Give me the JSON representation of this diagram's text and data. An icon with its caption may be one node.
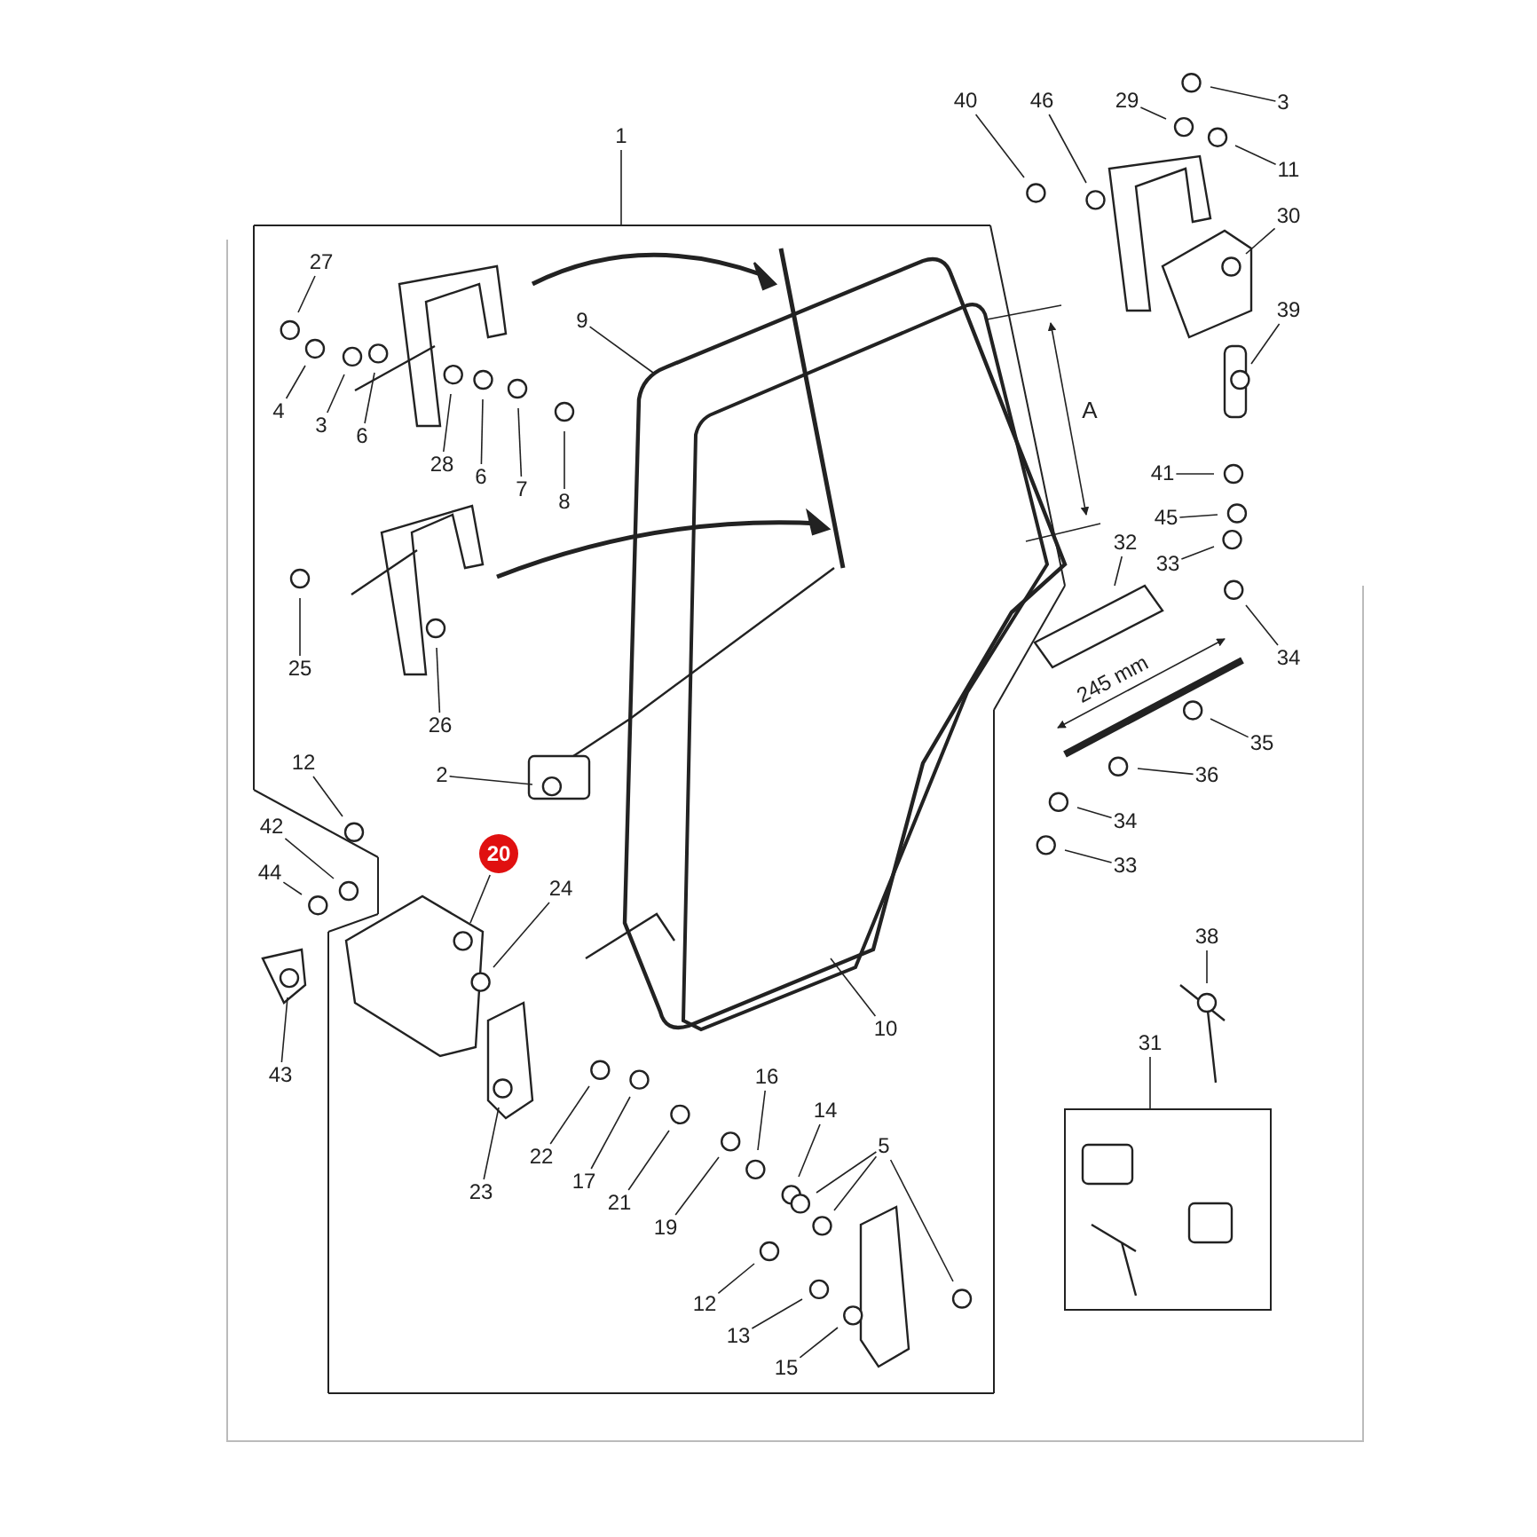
{
  "diagram": {
    "nodes": [
      {
        "text": [
          "1"
        ]
      },
      {
        "text": [
          "40"
        ]
      },
      {
        "text": [
          "46"
        ]
      },
      {
        "text": [
          "29"
        ]
      },
      {
        "text": [
          "3"
        ]
      },
      {
        "text": [
          "11"
        ]
      },
      {
        "text": [
          "30"
        ]
      },
      {
        "text": [
          "27"
        ]
      },
      {
        "text": [
          "9"
        ]
      },
      {
        "text": [
          "39"
        ]
      },
      {
        "text": [
          "4"
        ]
      },
      {
        "text": [
          "3"
        ]
      },
      {
        "text": [
          "6"
        ]
      },
      {
        "text": [
          "28"
        ]
      },
      {
        "text": [
          "6"
        ]
      },
      {
        "text": [
          "7"
        ]
      },
      {
        "text": [
          "8"
        ]
      },
      {
        "text": [
          "41"
        ]
      },
      {
        "text": [
          "45"
        ]
      },
      {
        "text": [
          "32"
        ]
      },
      {
        "text": [
          "33"
        ]
      },
      {
        "text": [
          "34"
        ]
      },
      {
        "text": [
          "25"
        ]
      },
      {
        "text": [
          "26"
        ]
      },
      {
        "text": [
          "35"
        ]
      },
      {
        "text": [
          "12"
        ]
      },
      {
        "text": [
          "2"
        ]
      },
      {
        "text": [
          "36"
        ]
      },
      {
        "text": [
          "42"
        ]
      },
      {
        "text": [
          "34"
        ]
      },
      {
        "text": [
          "20"
        ]
      },
      {
        "text": [
          "44"
        ]
      },
      {
        "text": [
          "33"
        ]
      },
      {
        "text": [
          "24"
        ]
      },
      {
        "text": [
          "38"
        ]
      },
      {
        "text": [
          "10"
        ]
      },
      {
        "text": [
          "31"
        ]
      },
      {
        "text": [
          "43"
        ]
      },
      {
        "text": [
          "16"
        ]
      },
      {
        "text": [
          "14"
        ]
      },
      {
        "text": [
          "5"
        ]
      },
      {
        "text": [
          "22"
        ]
      },
      {
        "text": [
          "23"
        ]
      },
      {
        "text": [
          "17"
        ]
      },
      {
        "text": [
          "21"
        ]
      },
      {
        "text": [
          "19"
        ]
      },
      {
        "text": [
          "12"
        ]
      },
      {
        "text": [
          "13"
        ]
      },
      {
        "text": [
          "15"
        ]
      }
    ],
    "edges": [
      {
        "from": 0,
        "to": null,
        "arrow": "none"
      },
      {
        "from": 1,
        "to": null,
        "arrow": "none"
      },
      {
        "from": 2,
        "to": null,
        "arrow": "none"
      },
      {
        "from": 3,
        "to": null,
        "arrow": "none"
      },
      {
        "from": 4,
        "to": null,
        "arrow": "none"
      },
      {
        "from": 5,
        "to": null,
        "arrow": "none"
      },
      {
        "from": 6,
        "to": null,
        "arrow": "none"
      },
      {
        "from": 7,
        "to": null,
        "arrow": "none"
      },
      {
        "from": 8,
        "to": null,
        "arrow": "none"
      },
      {
        "from": 9,
        "to": null,
        "arrow": "none"
      },
      {
        "from": 10,
        "to": null,
        "arrow": "none"
      },
      {
        "from": 11,
        "to": null,
        "arrow": "none"
      },
      {
        "from": 12,
        "to": null,
        "arrow": "none"
      },
      {
        "from": 13,
        "to": null,
        "arrow": "none"
      },
      {
        "from": 14,
        "to": null,
        "arrow": "none"
      },
      {
        "from": 15,
        "to": null,
        "arrow": "none"
      },
      {
        "from": 16,
        "to": null,
        "arrow": "none"
      },
      {
        "from": 17,
        "to": null,
        "arrow": "none"
      },
      {
        "from": 18,
        "to": null,
        "arrow": "none"
      },
      {
        "from": 19,
        "to": null,
        "arrow": "none"
      },
      {
        "from": 20,
        "to": null,
        "arrow": "none"
      },
      {
        "from": 21,
        "to": null,
        "arrow": "none"
      },
      {
        "from": 22,
        "to": null,
        "arrow": "none"
      },
      {
        "from": 23,
        "to": null,
        "arrow": "none"
      },
      {
        "from": 24,
        "to": null,
        "arrow": "none"
      },
      {
        "from": 25,
        "to": null,
        "arrow": "none"
      },
      {
        "from": 26,
        "to": null,
        "arrow": "none"
      },
      {
        "from": 27,
        "to": null,
        "arrow": "none"
      },
      {
        "from": 28,
        "to": null,
        "arrow": "none"
      },
      {
        "from": 29,
        "to": null,
        "arrow": "none"
      },
      {
        "from": 30,
        "to": null,
        "arrow": "none"
      },
      {
        "from": 31,
        "to": null,
        "arrow": "none"
      },
      {
        "from": 32,
        "to": null,
        "arrow": "none"
      },
      {
        "from": 33,
        "to": null,
        "arrow": "none"
      },
      {
        "from": 34,
        "to": null,
        "arrow": "none"
      },
      {
        "from": 35,
        "to": null,
        "arrow": "none"
      },
      {
        "from": 36,
        "to": null,
        "arrow": "none"
      },
      {
        "from": 37,
        "to": null,
        "arrow": "none"
      },
      {
        "from": 38,
        "to": null,
        "arrow": "none"
      },
      {
        "from": 39,
        "to": null,
        "arrow": "none"
      },
      {
        "from": 40,
        "to": null,
        "arrow": "none"
      },
      {
        "from": 40,
        "to": null,
        "arrow": "none"
      },
      {
        "from": 40,
        "to": null,
        "arrow": "none"
      },
      {
        "from": 41,
        "to": null,
        "arrow": "none"
      },
      {
        "from": 42,
        "to": null,
        "arrow": "none"
      },
      {
        "from": 43,
        "to": null,
        "arrow": "none"
      },
      {
        "from": 44,
        "to": null,
        "arrow": "none"
      },
      {
        "from": 45,
        "to": null,
        "arrow": "none"
      },
      {
        "from": 46,
        "to": null,
        "arrow": "none"
      },
      {
        "from": 47,
        "to": null,
        "arrow": "none"
      },
      {
        "from": 48,
        "to": null,
        "arrow": "none"
      }
    ],
    "labels": [
      "A",
      "245 mm"
    ]
  }
}
